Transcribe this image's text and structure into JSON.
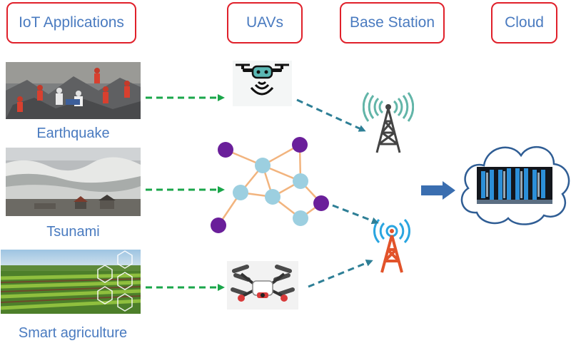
{
  "headers": {
    "iot": "IoT Applications",
    "uavs": "UAVs",
    "base_station": "Base Station",
    "cloud": "Cloud"
  },
  "applications": [
    {
      "label": "Earthquake",
      "image": "earthquake-rescue-photo"
    },
    {
      "label": "Tsunami",
      "image": "tsunami-wave-photo"
    },
    {
      "label": "Smart agriculture",
      "image": "smart-farm-field-photo"
    }
  ],
  "uav_icons": [
    "drone-signal-icon",
    "uav-swarm-network-icon",
    "quadcopter-icon"
  ],
  "base_station_icons": [
    "cell-tower-icon",
    "cell-tower-icon"
  ],
  "cloud_icon": "server-cloud-icon",
  "colors": {
    "header_border": "#e0202a",
    "label_text": "#4a7bc0",
    "iot_arrow": "#1aa64a",
    "uav_arrow": "#2e7f96",
    "cloud_arrow": "#3a6eb0",
    "node_purple": "#6a1f9a",
    "node_blue": "#9ccfe0",
    "edge": "#f2b47e"
  }
}
